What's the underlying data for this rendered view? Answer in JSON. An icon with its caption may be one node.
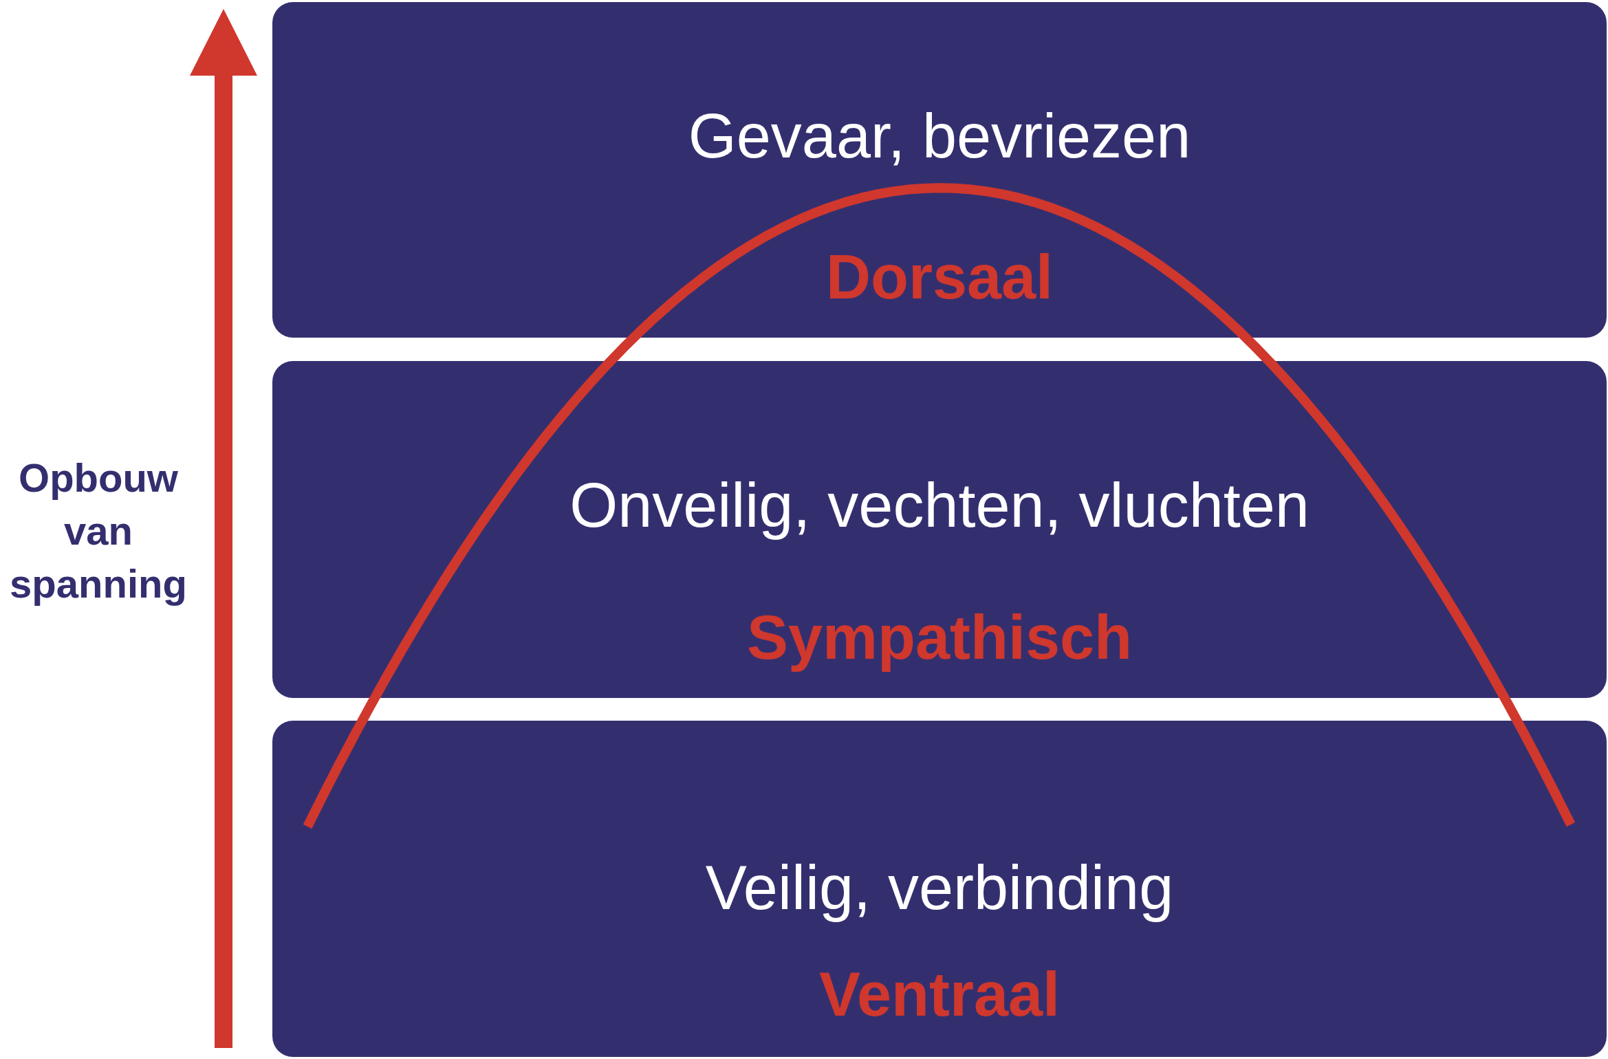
{
  "diagram": {
    "nodes": [
      {
        "text": [
          "Gevaar, bevriezen",
          "Dorsaal"
        ]
      },
      {
        "text": [
          "Onveilig, vechten, vluchten",
          "Sympathisch"
        ]
      },
      {
        "text": [
          "Veilig, verbinding",
          "Ventraal"
        ]
      }
    ],
    "labels": [
      "Opbouw van spanning"
    ]
  }
}
